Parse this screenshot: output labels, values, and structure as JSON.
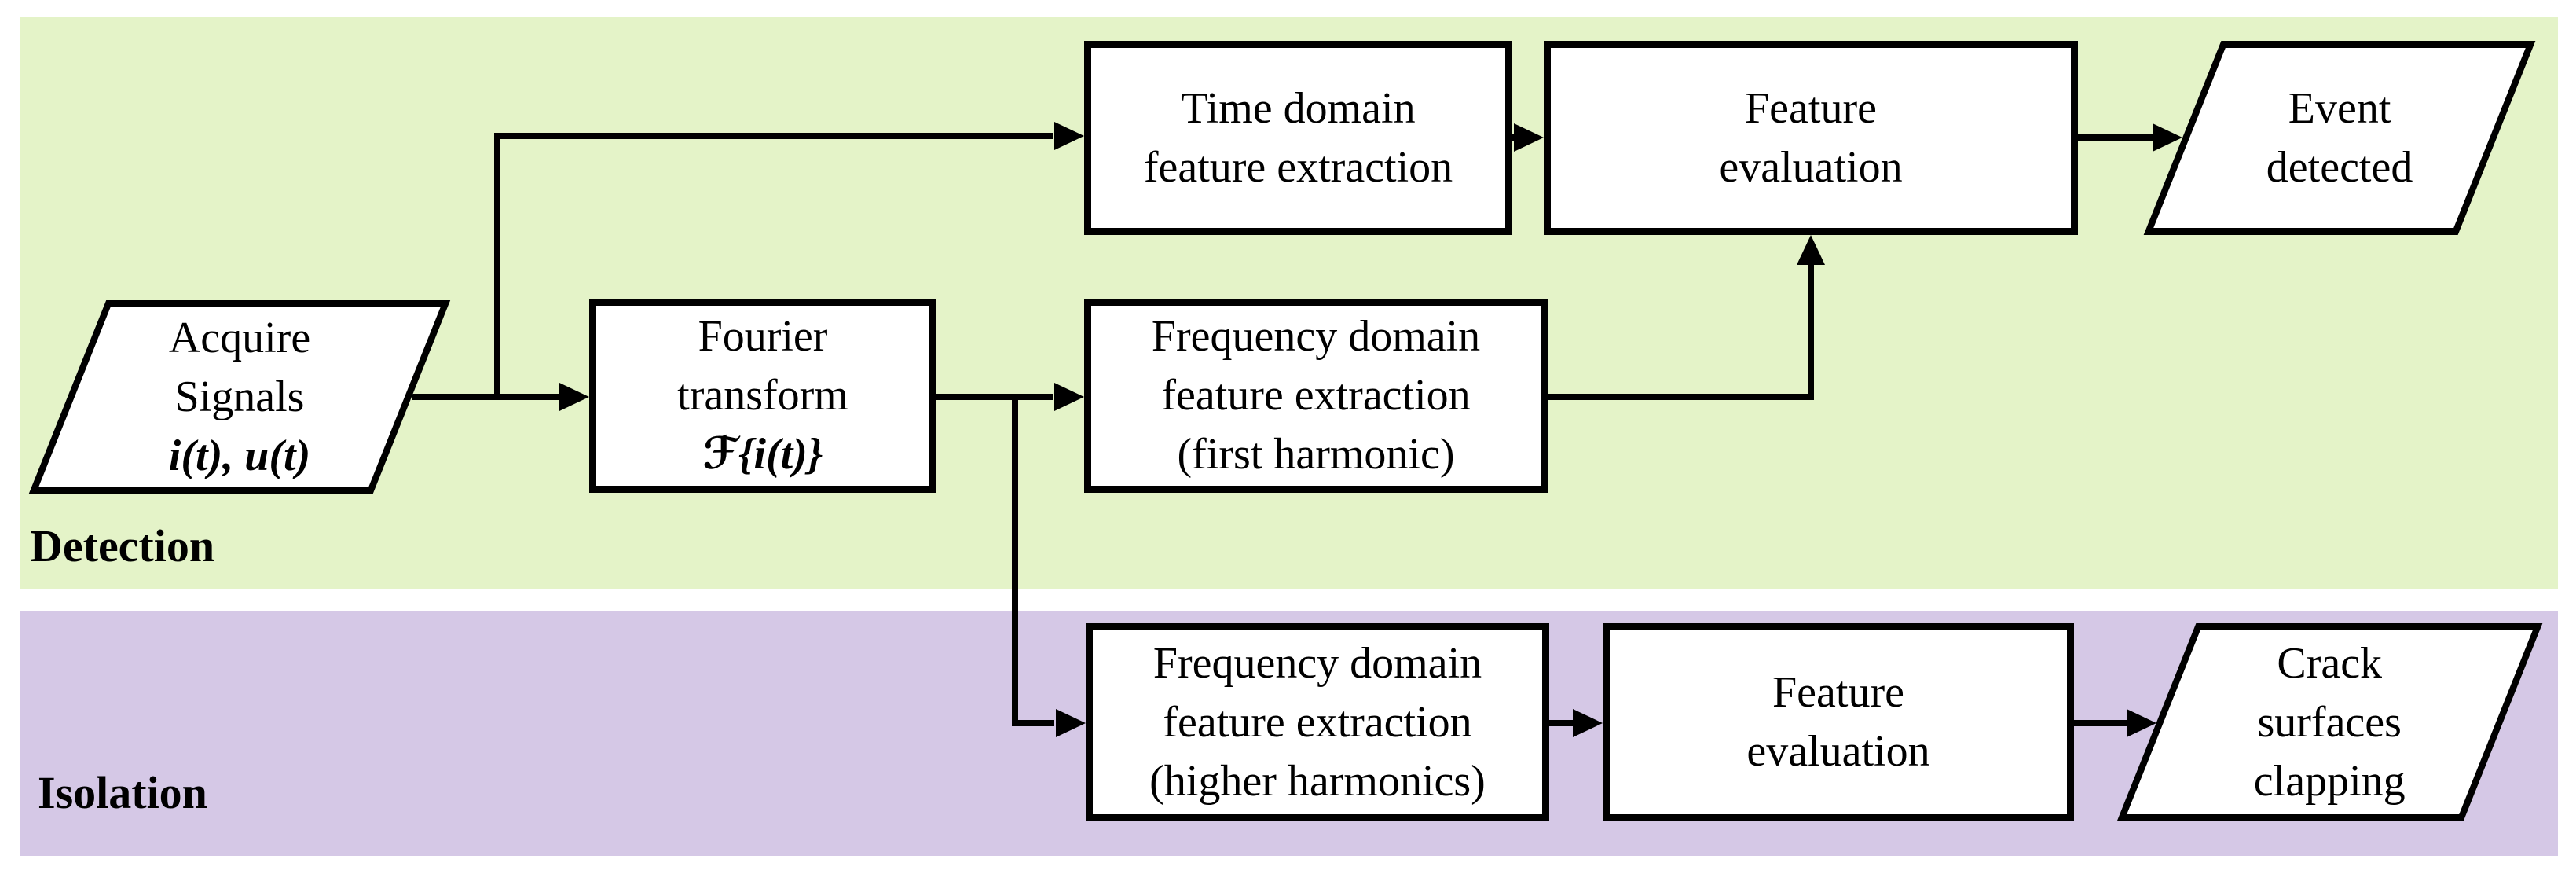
{
  "regions": {
    "detection": {
      "label": "Detection"
    },
    "isolation": {
      "label": "Isolation"
    }
  },
  "nodes": {
    "acquire_signals": {
      "shape": "parallelogram",
      "lines": [
        "Acquire",
        "Signals"
      ],
      "math": "i(t), u(t)"
    },
    "fourier_transform": {
      "shape": "rectangle",
      "lines": [
        "Fourier",
        "transform"
      ],
      "math": "ℱ{i(t)}"
    },
    "time_domain_feature_extraction": {
      "shape": "rectangle",
      "label": "Time domain\nfeature extraction"
    },
    "frequency_domain_first_harmonic": {
      "shape": "rectangle",
      "label": "Frequency domain\nfeature extraction\n(first harmonic)"
    },
    "feature_evaluation_detection": {
      "shape": "rectangle",
      "label": "Feature\nevaluation"
    },
    "event_detected": {
      "shape": "parallelogram",
      "label": "Event\ndetected"
    },
    "frequency_domain_higher_harmonics": {
      "shape": "rectangle",
      "label": "Frequency domain\nfeature extraction\n(higher harmonics)"
    },
    "feature_evaluation_isolation": {
      "shape": "rectangle",
      "label": "Feature\nevaluation"
    },
    "crack_surfaces_clapping": {
      "shape": "parallelogram",
      "label": "Crack\nsurfaces\nclapping"
    }
  },
  "colors": {
    "detection_bg": "#e4f3c8",
    "isolation_bg": "#d5c8e6",
    "node_fill": "#ffffff",
    "line": "#000000"
  }
}
